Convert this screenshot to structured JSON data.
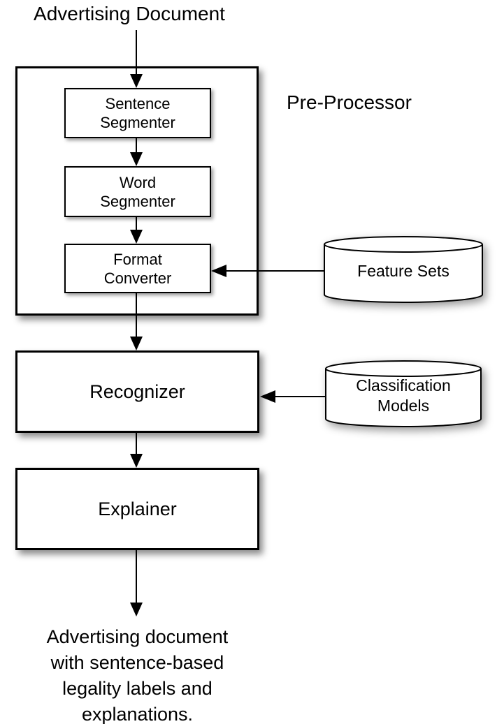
{
  "colors": {
    "ink": "#000000",
    "paper": "#ffffff"
  },
  "diagram": {
    "input_label": "Advertising Document",
    "preprocessor": {
      "label": "Pre-Processor",
      "steps": [
        {
          "label": "Sentence\nSegmenter"
        },
        {
          "label": "Word\nSegmenter"
        },
        {
          "label": "Format\nConverter"
        }
      ]
    },
    "recognizer": {
      "label": "Recognizer"
    },
    "explainer": {
      "label": "Explainer"
    },
    "datastores": [
      {
        "label": "Feature Sets"
      },
      {
        "label": "Classification\nModels"
      }
    ],
    "output_label": "Advertising document\nwith sentence-based\nlegality labels and\nexplanations."
  }
}
